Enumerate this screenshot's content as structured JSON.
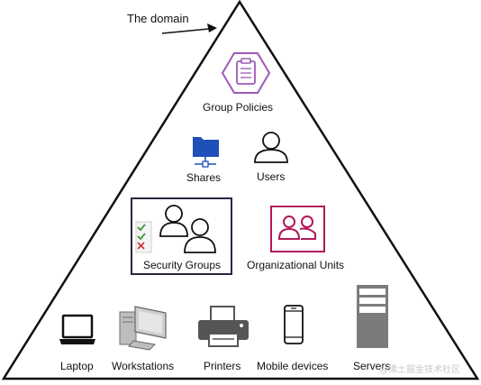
{
  "annotation": {
    "text": "The domain"
  },
  "items": {
    "group_policies": "Group Policies",
    "shares": "Shares",
    "users": "Users",
    "security_groups": "Security Groups",
    "organizational_units": "Organizational Units",
    "laptop": "Laptop",
    "workstations": "Workstations",
    "printers": "Printers",
    "mobile_devices": "Mobile devices",
    "servers": "Servers"
  },
  "watermark": "@稀土掘金技术社区",
  "colors": {
    "outline": "#111111",
    "policy_accent": "#9b59b6",
    "ou_accent": "#b0185a",
    "share_blue": "#1f4fb8",
    "server_gray": "#7b7b7b",
    "printer_dark": "#555555",
    "check_green": "#3a9b3a",
    "cross_red": "#d33333"
  },
  "icons": [
    "arrow-icon",
    "clipboard-policy-icon",
    "shared-folder-icon",
    "user-icon",
    "security-group-icon",
    "organizational-unit-icon",
    "laptop-icon",
    "workstation-icon",
    "printer-icon",
    "mobile-device-icon",
    "server-icon"
  ]
}
